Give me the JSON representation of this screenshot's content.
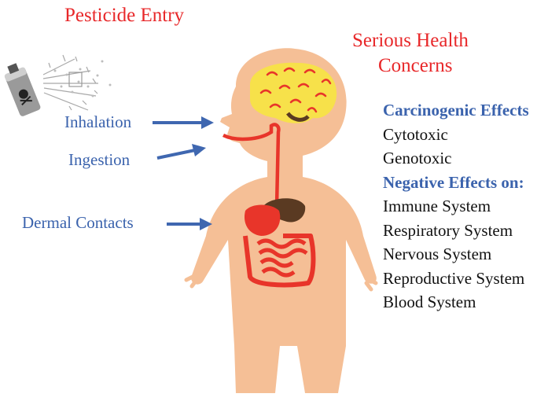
{
  "title_entry": "Pesticide Entry",
  "title_health_line1": "Serious Health",
  "title_health_line2": "Concerns",
  "routes": [
    "Inhalation",
    "Ingestion",
    "Dermal Contacts"
  ],
  "effects": [
    {
      "text": "Carcinogenic Effects",
      "heading": true
    },
    {
      "text": "Cytotoxic",
      "heading": false
    },
    {
      "text": "Genotoxic",
      "heading": false
    },
    {
      "text": "Negative Effects on:",
      "heading": true
    },
    {
      "text": "Immune System",
      "heading": false
    },
    {
      "text": "Respiratory System",
      "heading": false
    },
    {
      "text": "Nervous System",
      "heading": false
    },
    {
      "text": "Reproductive System",
      "heading": false
    },
    {
      "text": "Blood System",
      "heading": false
    }
  ],
  "colors": {
    "title": "#e8282a",
    "route_text": "#3b63ad",
    "arrow": "#3f67b0",
    "heading": "#3b63ad",
    "skin": "#f5bf96",
    "brain": "#f7e14a",
    "organ": "#e8352a"
  },
  "icons": [
    "spray-can-icon",
    "human-body-icon",
    "brain-icon",
    "digestive-system-icon"
  ]
}
